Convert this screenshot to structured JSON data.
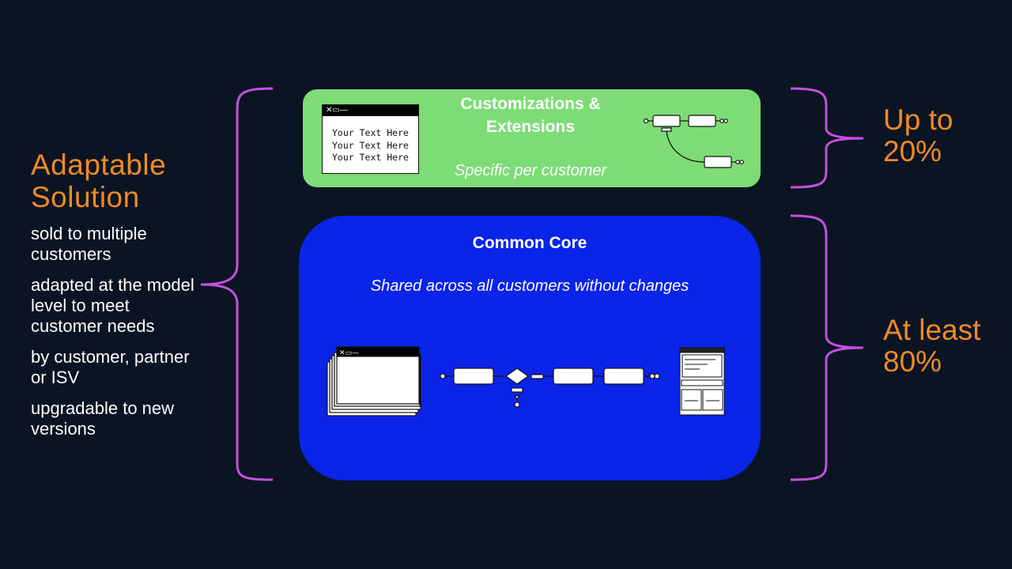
{
  "left": {
    "title_lines": [
      "Adaptable",
      "Solution"
    ],
    "bullets": [
      "sold to multiple customers",
      "adapted at the model level to meet customer needs",
      "by customer, partner or ISV",
      "upgradable to new versions"
    ]
  },
  "customizations": {
    "title_lines": [
      "Customizations &",
      "Extensions"
    ],
    "subtitle": "Specific per customer",
    "window_text_lines": [
      "Your Text Here",
      "Your Text Here",
      "Your Text Here"
    ],
    "percent_lines": [
      "Up to",
      "20%"
    ]
  },
  "core": {
    "title": "Common Core",
    "subtitle": "Shared across all customers without changes",
    "percent_lines": [
      "At least",
      "80%"
    ]
  },
  "colors": {
    "background": "#0b1423",
    "accent_orange": "#f08a24",
    "brace_magenta": "#c450e0",
    "custom_green": "#7ddc76",
    "core_blue": "#0a24e8"
  },
  "icons": [
    "window-icon",
    "process-flow-icon",
    "stacked-windows-icon",
    "form-page-icon"
  ]
}
